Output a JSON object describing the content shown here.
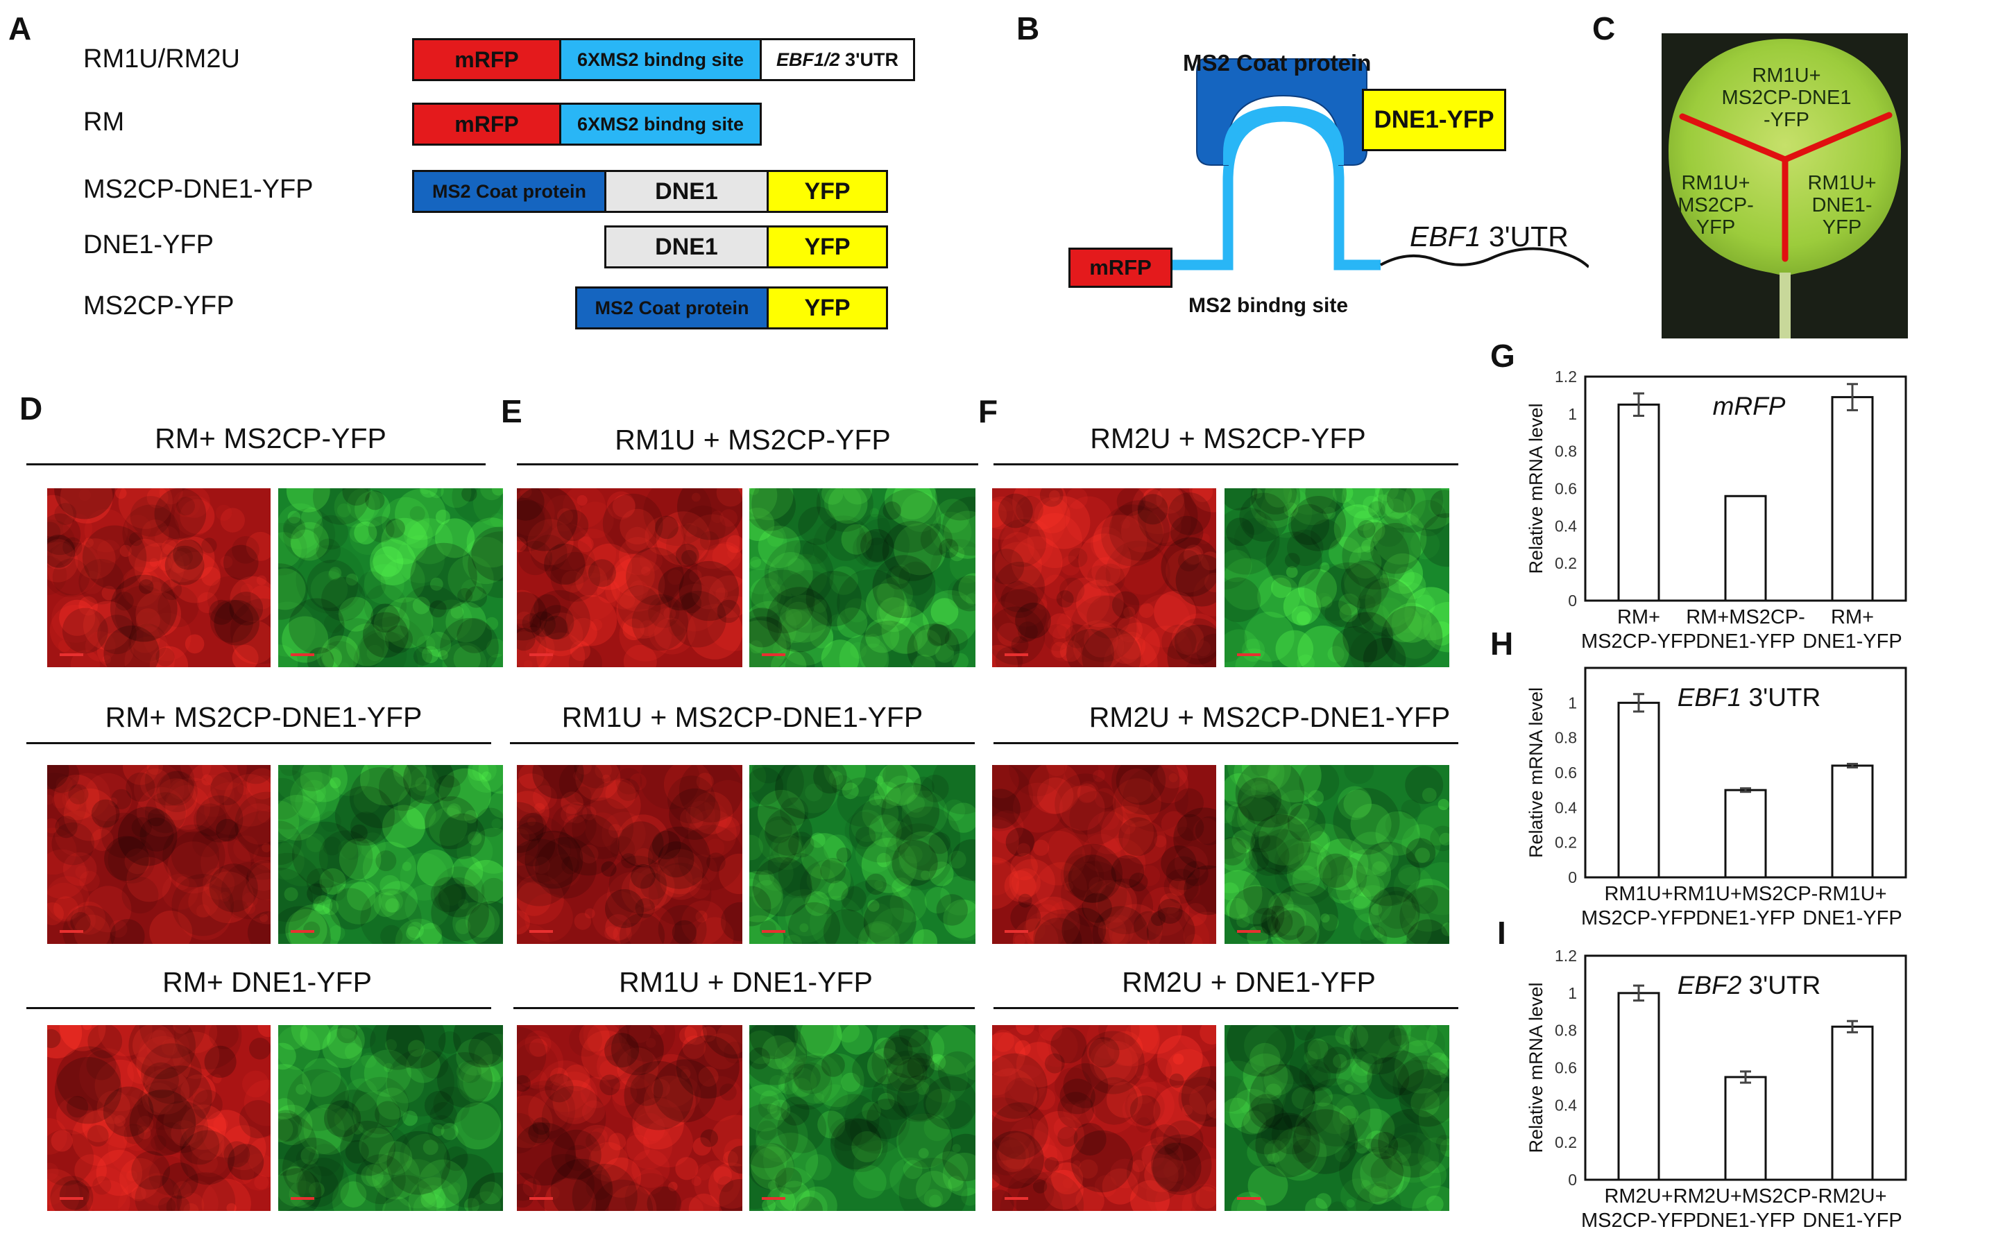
{
  "panel_letters": {
    "A": "A",
    "B": "B",
    "C": "C",
    "D": "D",
    "E": "E",
    "F": "F",
    "G": "G",
    "H": "H",
    "I": "I"
  },
  "panel_a": {
    "rows": [
      {
        "name": "RM1U/RM2U",
        "parts": [
          {
            "text": "mRFP",
            "color": "#e41a1c"
          },
          {
            "text": "6XMS2 bindng site",
            "color": "#29b6f6"
          },
          {
            "text": "EBF1/2",
            "italic": true,
            "suffix": " 3'UTR",
            "color": "#ffffff"
          }
        ]
      },
      {
        "name": "RM",
        "parts": [
          {
            "text": "mRFP",
            "color": "#e41a1c"
          },
          {
            "text": "6XMS2 bindng site",
            "color": "#29b6f6"
          }
        ]
      },
      {
        "name": "MS2CP-DNE1-YFP",
        "parts": [
          {
            "text": "MS2 Coat protein",
            "color": "#1565c0"
          },
          {
            "text": "DNE1",
            "color": "#e6e6e6"
          },
          {
            "text": "YFP",
            "color": "#ffff00"
          }
        ]
      },
      {
        "name": "DNE1-YFP",
        "parts": [
          {
            "text": "DNE1",
            "color": "#e6e6e6"
          },
          {
            "text": "YFP",
            "color": "#ffff00"
          }
        ]
      },
      {
        "name": "MS2CP-YFP",
        "parts": [
          {
            "text": "MS2 Coat protein",
            "color": "#1565c0"
          },
          {
            "text": "YFP",
            "color": "#ffff00"
          }
        ]
      }
    ]
  },
  "panel_b": {
    "coat_label": "MS2 Coat protein",
    "dne1_label": "DNE1-YFP",
    "mrfp_label": "mRFP",
    "binding_label": "MS2 bindng site",
    "utr_italic": "EBF1",
    "utr_suffix": " 3'UTR"
  },
  "panel_c": {
    "top": [
      "RM1U+",
      "MS2CP-DNE1",
      "-YFP"
    ],
    "left": [
      "RM1U+",
      "MS2CP-",
      "YFP"
    ],
    "right": [
      "RM1U+",
      "DNE1-",
      "YFP"
    ]
  },
  "micro_columns": [
    {
      "letter": "D",
      "titles": [
        "RM+ MS2CP-YFP",
        "RM+ MS2CP-DNE1-YFP",
        "RM+ DNE1-YFP"
      ]
    },
    {
      "letter": "E",
      "titles": [
        "RM1U + MS2CP-YFP",
        "RM1U + MS2CP-DNE1-YFP",
        "RM1U + DNE1-YFP"
      ]
    },
    {
      "letter": "F",
      "titles": [
        "RM2U + MS2CP-YFP",
        "RM2U + MS2CP-DNE1-YFP",
        "RM2U + DNE1-YFP"
      ]
    }
  ],
  "colors": {
    "rfp": "#d81818",
    "yfp": "#22c02a",
    "bar_fill": "#ffffff",
    "axis": "#111111",
    "leaf_line": "#e01010"
  },
  "chart_data": [
    {
      "type": "bar",
      "panel": "G",
      "title_italic": "mRFP",
      "title_suffix": "",
      "ylabel": "Relative mRNA level",
      "ylim": [
        0,
        1.2
      ],
      "yticks": [
        "0",
        "0.2",
        "0.4",
        "0.6",
        "0.8",
        "1",
        "1.2"
      ],
      "categories": [
        [
          "RM+",
          "MS2CP-YFP"
        ],
        [
          "RM+MS2CP-",
          "DNE1-YFP"
        ],
        [
          "RM+",
          "DNE1-YFP"
        ]
      ],
      "values": [
        1.05,
        0.56,
        1.09
      ],
      "errors": [
        0.06,
        0.0,
        0.07
      ]
    },
    {
      "type": "bar",
      "panel": "H",
      "title_italic": "EBF1",
      "title_suffix": " 3'UTR",
      "ylabel": "Relative mRNA level",
      "ylim": [
        0,
        1.2
      ],
      "yticks": [
        "0",
        "0.2",
        "0.4",
        "0.6",
        "0.8",
        "1"
      ],
      "categories": [
        [
          "RM1U+",
          "MS2CP-YFP"
        ],
        [
          "RM1U+MS2CP-",
          "DNE1-YFP"
        ],
        [
          "RM1U+",
          "DNE1-YFP"
        ]
      ],
      "values": [
        1.0,
        0.5,
        0.64
      ],
      "errors": [
        0.05,
        0.01,
        0.01
      ]
    },
    {
      "type": "bar",
      "panel": "I",
      "title_italic": "EBF2",
      "title_suffix": " 3'UTR",
      "ylabel": "Relative mRNA level",
      "ylim": [
        0,
        1.2
      ],
      "yticks": [
        "0",
        "0.2",
        "0.4",
        "0.6",
        "0.8",
        "1",
        "1.2"
      ],
      "categories": [
        [
          "RM2U+",
          "MS2CP-YFP"
        ],
        [
          "RM2U+MS2CP-",
          "DNE1-YFP"
        ],
        [
          "RM2U+",
          "DNE1-YFP"
        ]
      ],
      "values": [
        1.0,
        0.55,
        0.82
      ],
      "errors": [
        0.04,
        0.03,
        0.03
      ]
    }
  ]
}
